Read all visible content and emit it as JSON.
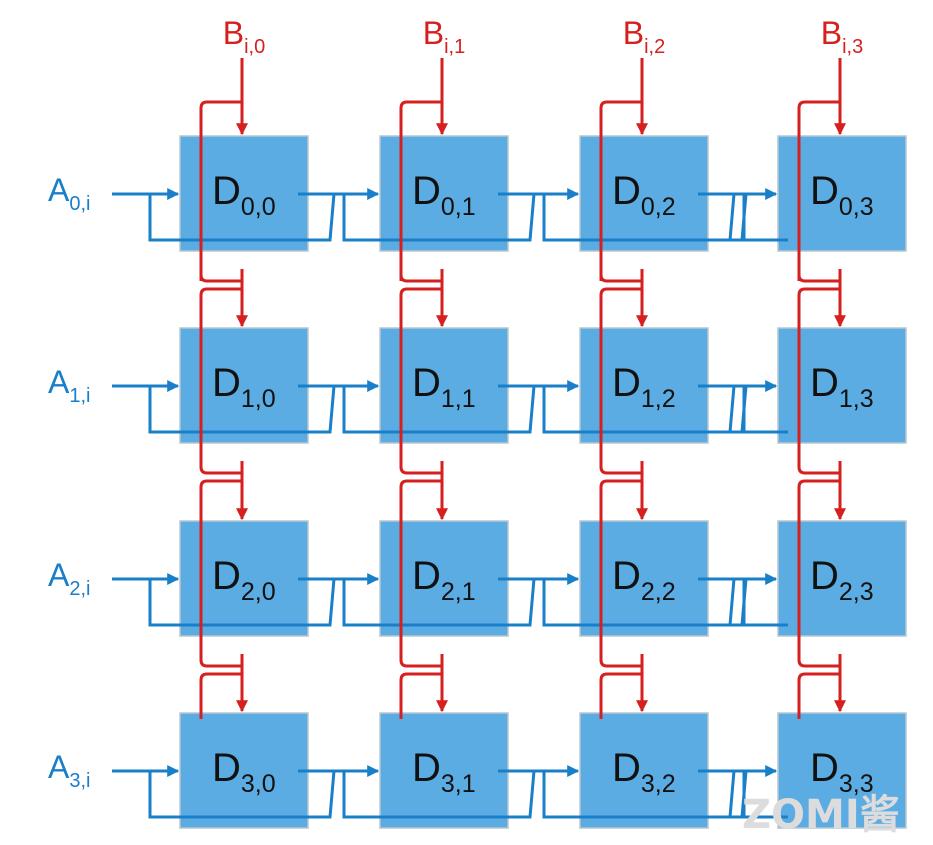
{
  "diagram": {
    "cells": [
      [
        {
          "main": "D",
          "sub": "0,0"
        },
        {
          "main": "D",
          "sub": "0,1"
        },
        {
          "main": "D",
          "sub": "0,2"
        },
        {
          "main": "D",
          "sub": "0,3"
        }
      ],
      [
        {
          "main": "D",
          "sub": "1,0"
        },
        {
          "main": "D",
          "sub": "1,1"
        },
        {
          "main": "D",
          "sub": "1,2"
        },
        {
          "main": "D",
          "sub": "1,3"
        }
      ],
      [
        {
          "main": "D",
          "sub": "2,0"
        },
        {
          "main": "D",
          "sub": "2,1"
        },
        {
          "main": "D",
          "sub": "2,2"
        },
        {
          "main": "D",
          "sub": "2,3"
        }
      ],
      [
        {
          "main": "D",
          "sub": "3,0"
        },
        {
          "main": "D",
          "sub": "3,1"
        },
        {
          "main": "D",
          "sub": "3,2"
        },
        {
          "main": "D",
          "sub": "3,3"
        }
      ]
    ],
    "row_inputs": [
      {
        "main": "A",
        "sub": "0,i"
      },
      {
        "main": "A",
        "sub": "1,i"
      },
      {
        "main": "A",
        "sub": "2,i"
      },
      {
        "main": "A",
        "sub": "3,i"
      }
    ],
    "col_inputs": [
      {
        "main": "B",
        "sub": "i,0"
      },
      {
        "main": "B",
        "sub": "i,1"
      },
      {
        "main": "B",
        "sub": "i,2"
      },
      {
        "main": "B",
        "sub": "i,3"
      }
    ],
    "colors": {
      "cell_fill": "#5aace3",
      "a_flow": "#1a7fc9",
      "b_flow": "#d61f1f",
      "cell_text": "#111111"
    },
    "watermark": "ZOMI酱"
  }
}
